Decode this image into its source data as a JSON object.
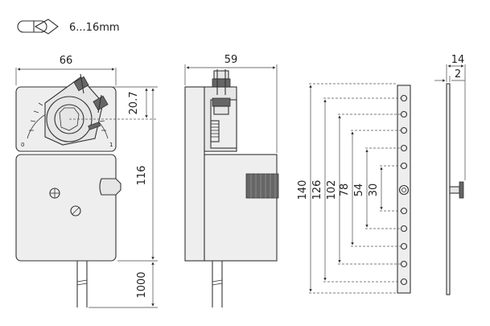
{
  "shaft_range": "6...16mm",
  "front": {
    "width": "66",
    "height": "116",
    "shaft_offset": "20.7",
    "cable": "1000",
    "scale_min": "0",
    "scale_max": "1"
  },
  "side": {
    "width": "59"
  },
  "bracket": {
    "dims": [
      "140",
      "126",
      "102",
      "78",
      "54",
      "30"
    ]
  },
  "profile": {
    "width": "14",
    "thickness": "2"
  },
  "colors": {
    "line": "#333333",
    "fill": "#eeeeee"
  },
  "icons": [
    "shaft-adapter-icon"
  ]
}
